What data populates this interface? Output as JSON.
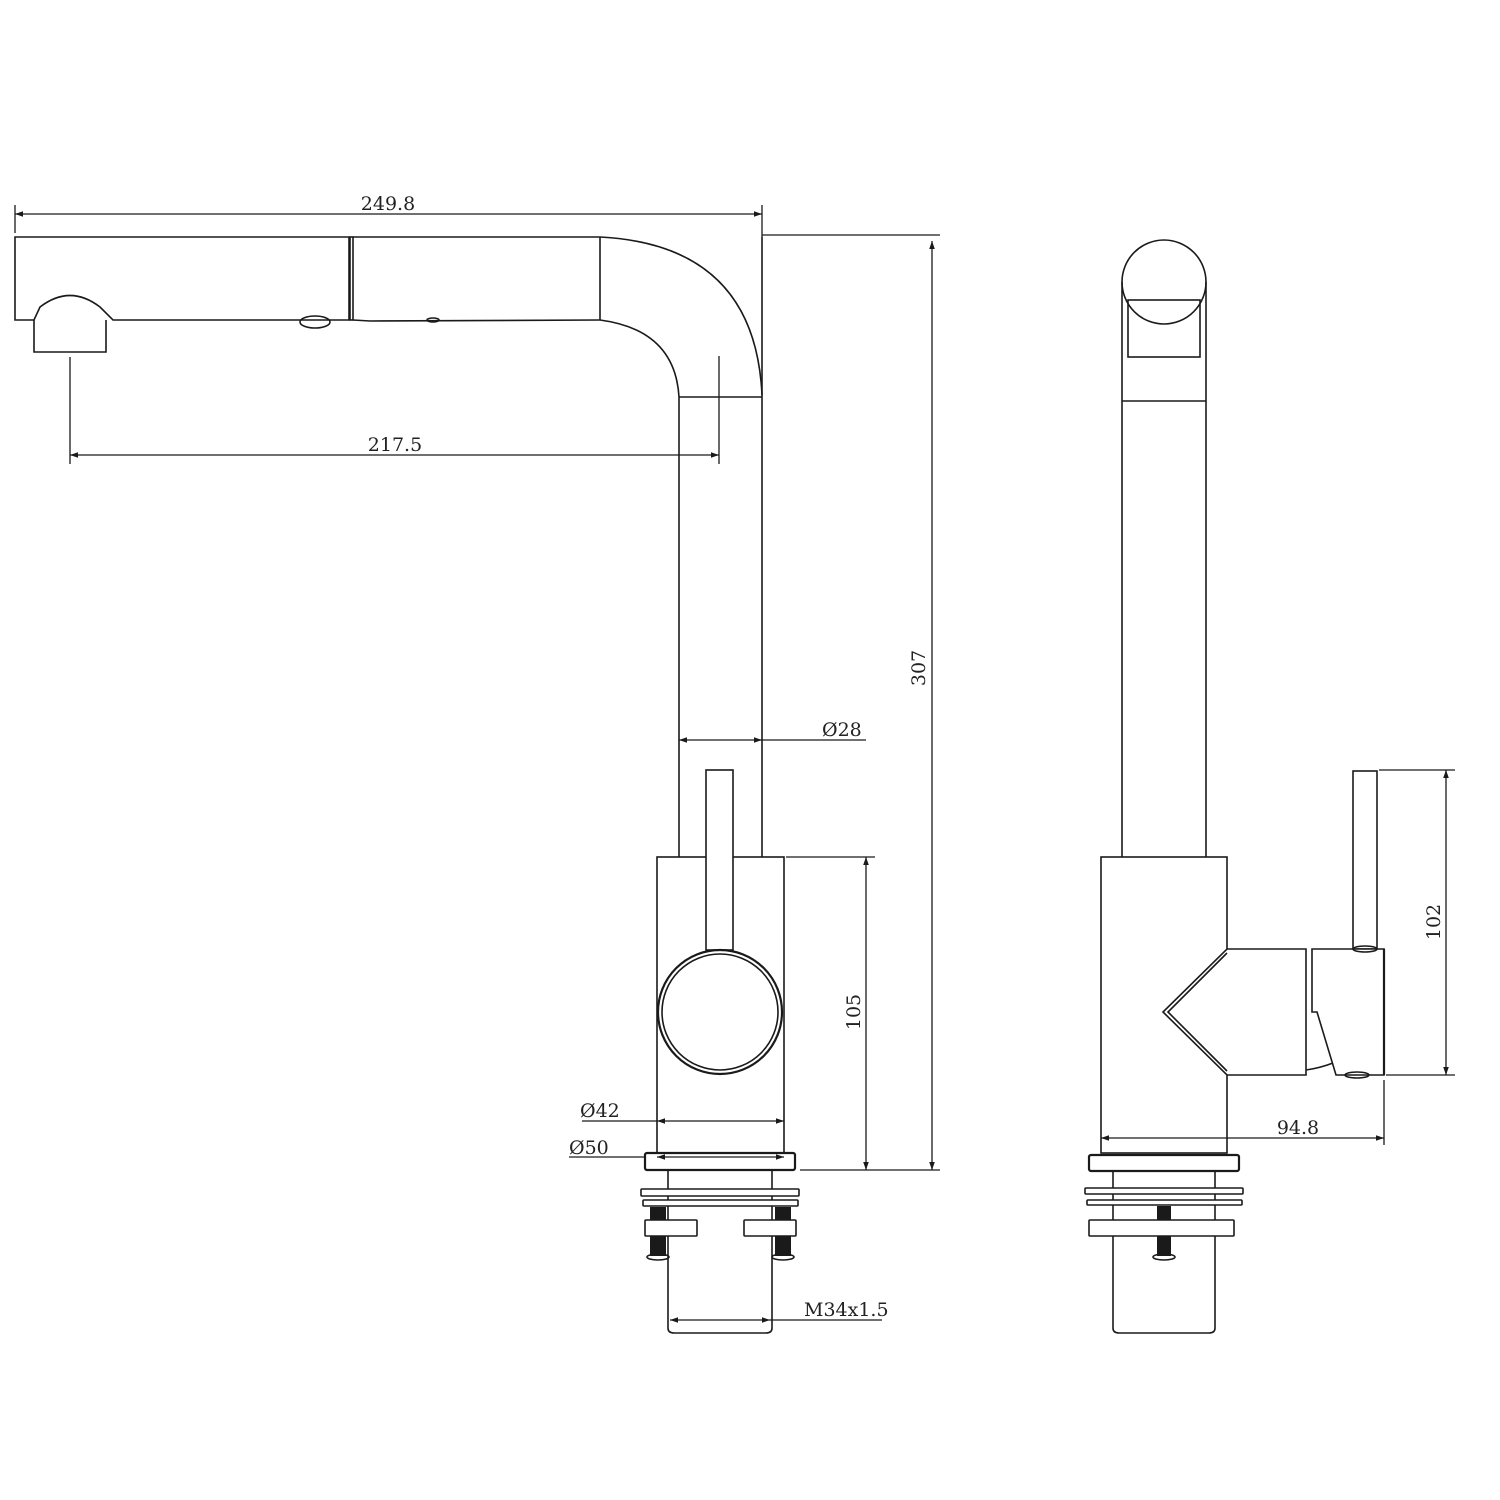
{
  "drawing": {
    "title": "Pull-out kitchen faucet technical drawing",
    "views": [
      "front-view",
      "side-view"
    ],
    "line_color": "#1a1a1a",
    "text_color": "#222222",
    "background": "#ffffff"
  },
  "dimensions": {
    "overall_reach": "249.8",
    "spout_reach": "217.5",
    "overall_height": "307",
    "spout_diameter_symbol": "Ø",
    "spout_diameter": "28",
    "body_height": "105",
    "body_diameter_symbol": "Ø",
    "body_diameter": "42",
    "base_diameter_symbol": "Ø",
    "base_diameter": "50",
    "thread_size": "M34x1.5",
    "handle_height": "102",
    "handle_depth": "94.8"
  }
}
